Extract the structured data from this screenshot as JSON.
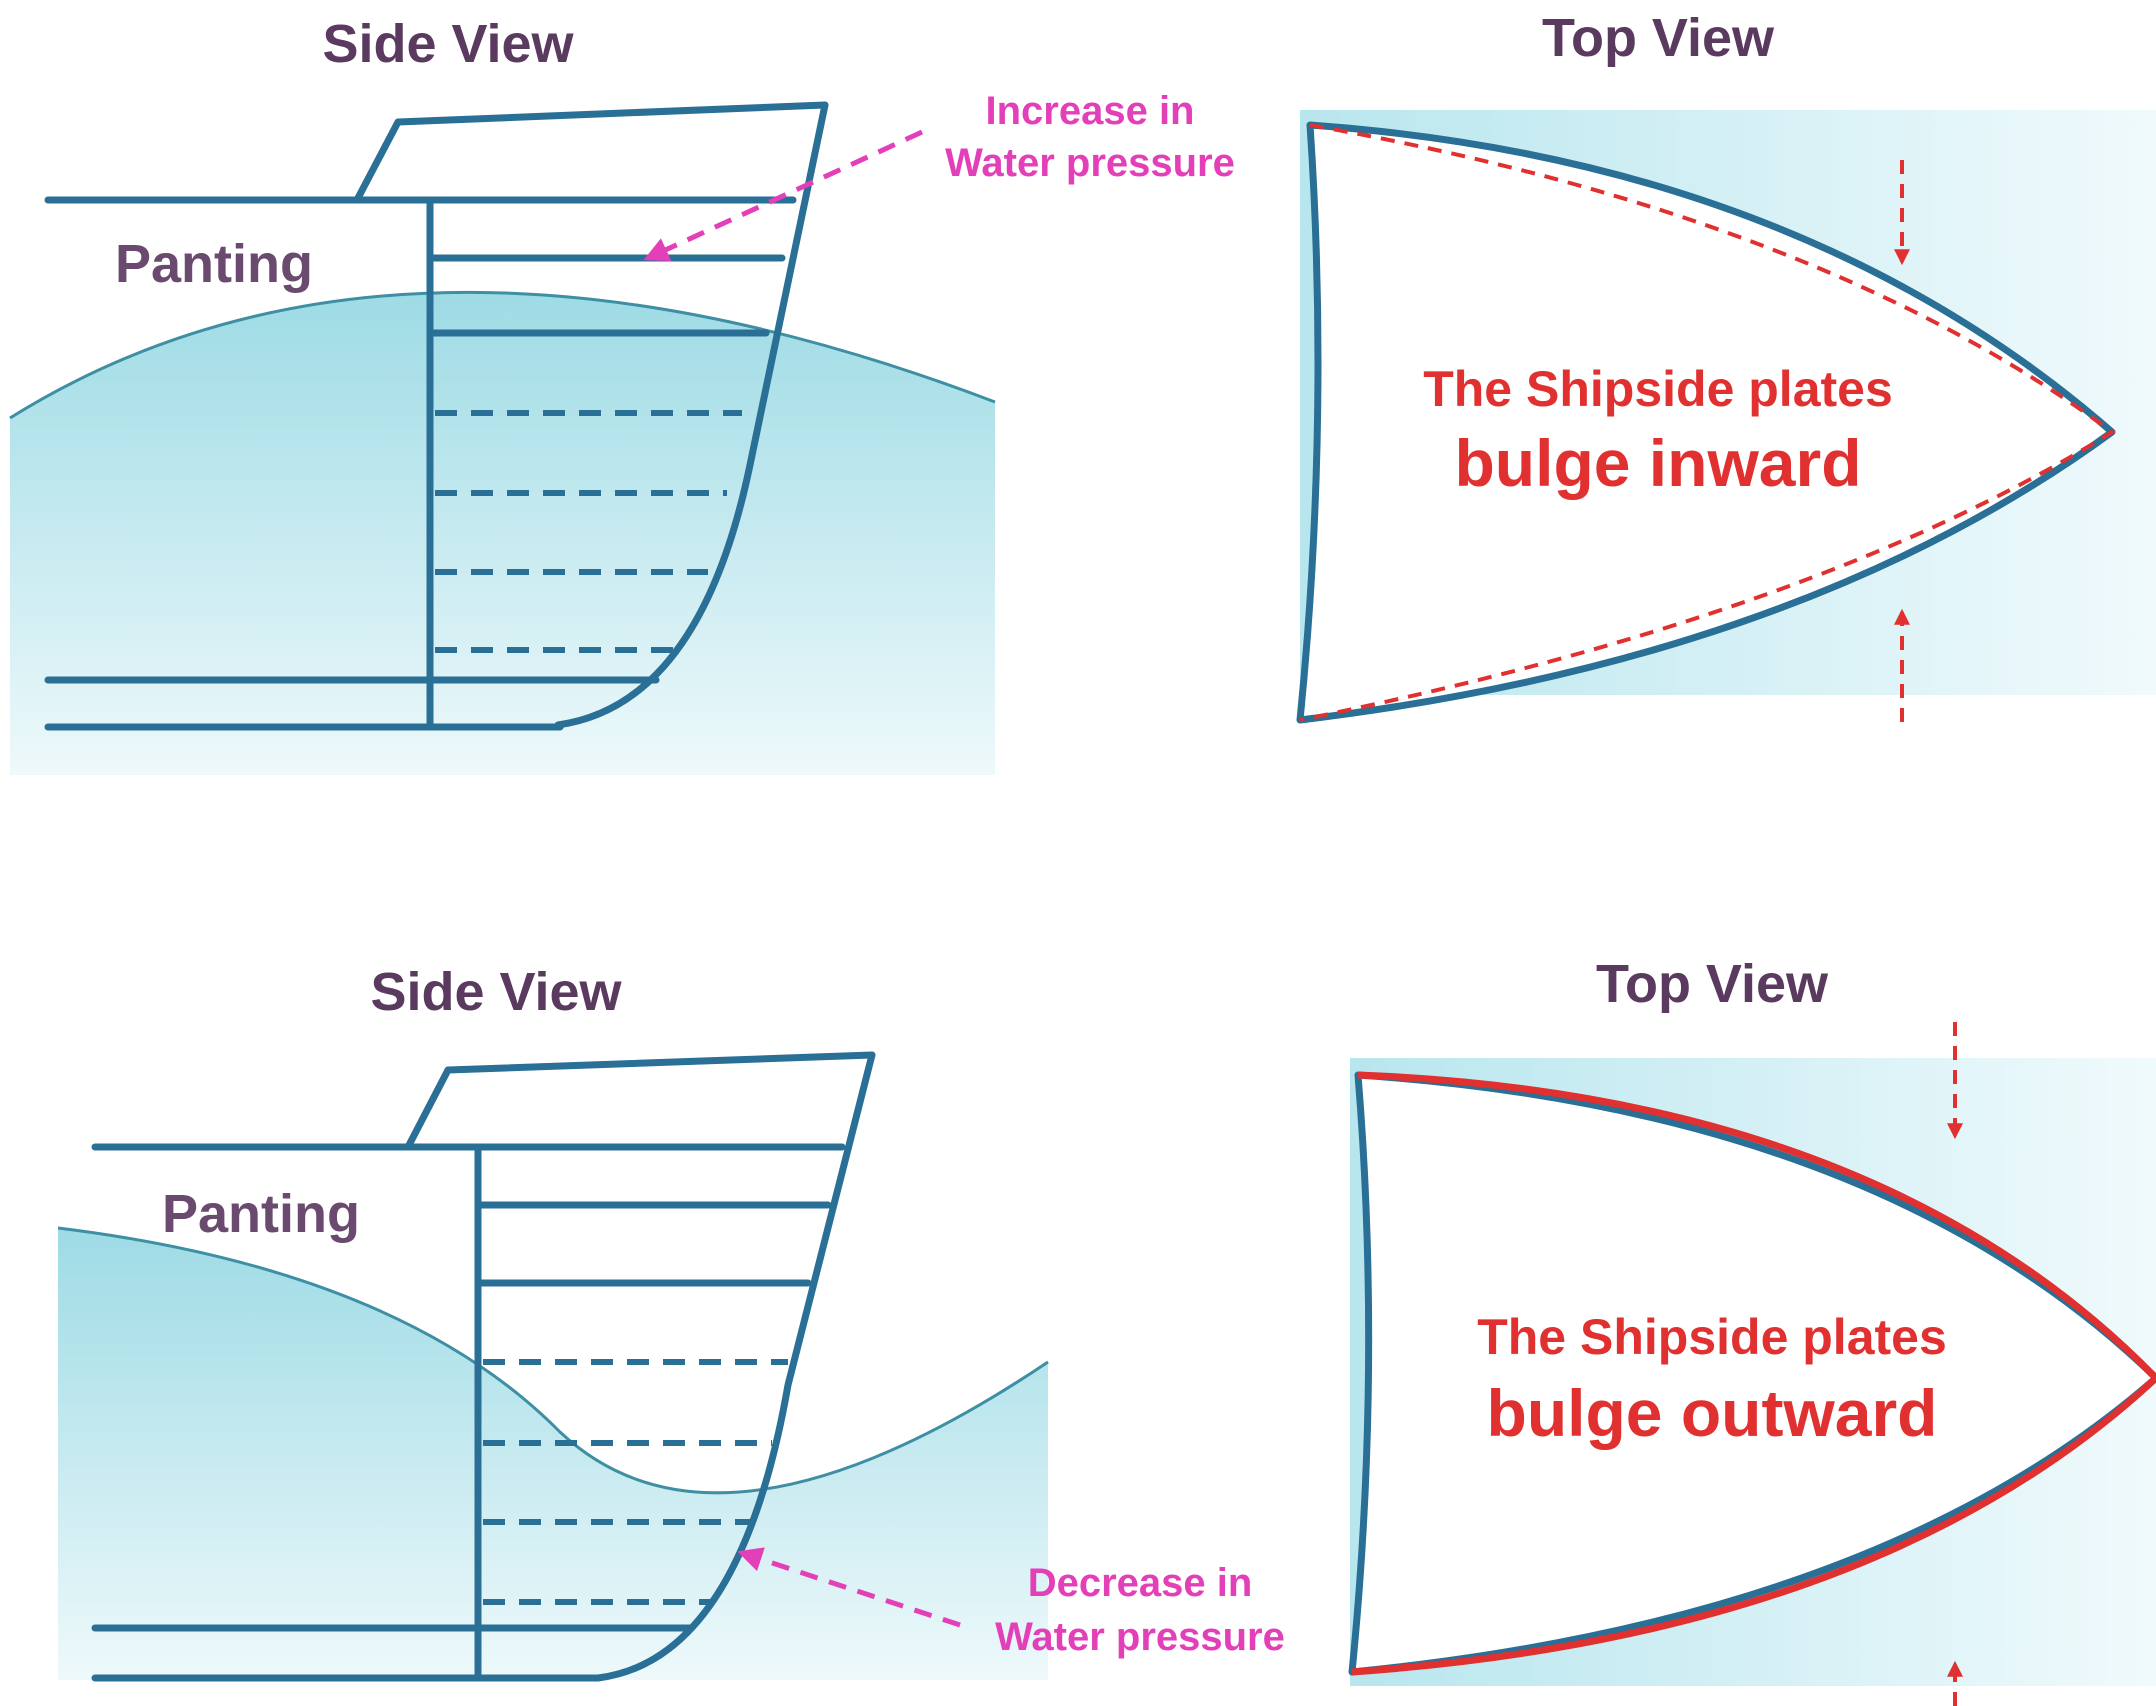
{
  "panels": {
    "upper_left": {
      "title": "Side View",
      "label": "Panting",
      "pressure_line1": "Increase in",
      "pressure_line2": "Water pressure"
    },
    "upper_right": {
      "title": "Top View",
      "plates_line1": "The Shipside plates",
      "plates_line2": "bulge inward"
    },
    "lower_left": {
      "title": "Side View",
      "label": "Panting",
      "pressure_line1": "Decrease in",
      "pressure_line2": "Water pressure"
    },
    "lower_right": {
      "title": "Top View",
      "plates_line1": "The Shipside plates",
      "plates_line2": "bulge outward"
    }
  },
  "colors": {
    "hull": "#2a6f95",
    "water": "#bfe8ee",
    "pressure_arrow": "#e23fb8",
    "plates": "#e03030",
    "titles": "#5a3a5e"
  }
}
